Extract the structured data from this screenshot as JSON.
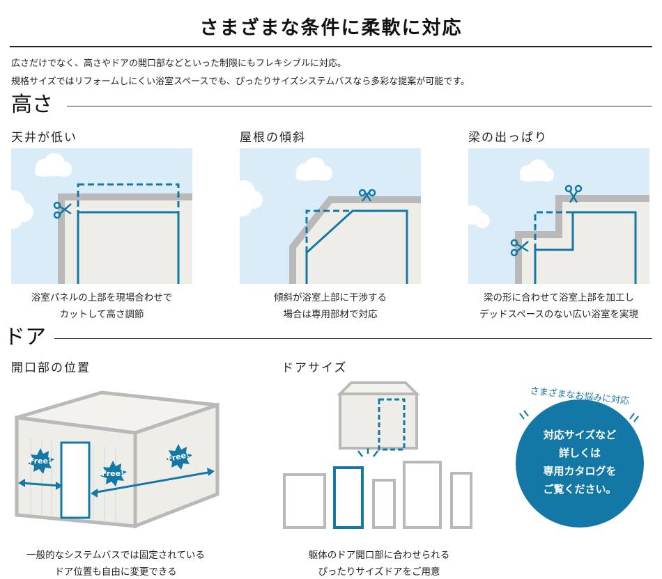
{
  "title": "さまざまな条件に柔軟に対応",
  "intro": [
    "広さだけでなく、高さやドアの開口部などといった制限にもフレキシブルに対応。",
    "規格サイズではリフォームしにくい浴室スペースでも、ぴったりサイズシステムバスなら多彩な提案が可能です。"
  ],
  "height_section": {
    "heading": "高さ",
    "items": [
      {
        "label": "天井が低い",
        "caption": [
          "浴室パネルの上部を現場合わせで",
          "カットして高さ調節"
        ]
      },
      {
        "label": "屋根の傾斜",
        "caption": [
          "傾斜が浴室上部に干渉する",
          "場合は専用部材で対応"
        ]
      },
      {
        "label": "梁の出っぱり",
        "caption": [
          "梁の形に合わせて浴室上部を加工し",
          "デッドスペースのない広い浴室を実現"
        ]
      }
    ]
  },
  "door_section": {
    "heading": "ドア",
    "items": [
      {
        "label": "開口部の位置",
        "caption": [
          "一般的なシステムバスでは固定されている",
          "ドア位置も自由に変更できる"
        ]
      },
      {
        "label": "ドアサイズ",
        "caption": [
          "躯体のドア開口部に合わせられる",
          "ぴったりサイズドアをご用意"
        ]
      }
    ],
    "free_badge": "Free!"
  },
  "callout": {
    "arc_text": "さまざまなお悩みに対応",
    "lines": [
      "対応サイズなど",
      "詳しくは",
      "専用カタログを",
      "ご覧ください。"
    ]
  },
  "colors": {
    "accent": "#1478a6",
    "sky": "#d9ecf7",
    "wall": "#b9b9b9",
    "panel": "#eeede8"
  }
}
